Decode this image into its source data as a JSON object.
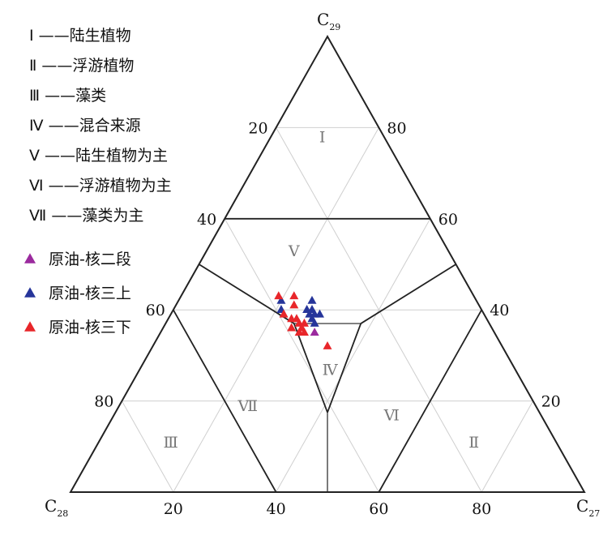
{
  "legend_regions": [
    {
      "roman": "Ⅰ",
      "dash": "——",
      "text": "陆生植物"
    },
    {
      "roman": "Ⅱ",
      "dash": "——",
      "text": "浮游植物"
    },
    {
      "roman": "Ⅲ",
      "dash": "——",
      "text": "藻类"
    },
    {
      "roman": "Ⅳ",
      "dash": "——",
      "text": "混合来源"
    },
    {
      "roman": "Ⅴ",
      "dash": "——",
      "text": "陆生植物为主"
    },
    {
      "roman": "Ⅵ",
      "dash": "——",
      "text": "浮游植物为主"
    },
    {
      "roman": "Ⅶ",
      "dash": "——",
      "text": "藻类为主"
    }
  ],
  "chart_data": {
    "type": "scatter",
    "subtype": "ternary",
    "vertices": {
      "top": {
        "base": "C",
        "sub": "29"
      },
      "left": {
        "base": "C",
        "sub": "28"
      },
      "right": {
        "base": "C",
        "sub": "27"
      }
    },
    "ticks": {
      "left_edge": [
        "20",
        "40",
        "60",
        "80"
      ],
      "right_edge": [
        "80",
        "60",
        "40",
        "20"
      ],
      "bottom_edge": [
        "20",
        "40",
        "60",
        "80"
      ]
    },
    "regions": [
      {
        "label": "Ⅰ",
        "a": 78,
        "b": 12,
        "c": 10
      },
      {
        "label": "Ⅴ",
        "a": 53,
        "b": 30,
        "c": 17
      },
      {
        "label": "Ⅳ",
        "a": 27,
        "b": 36,
        "c": 37
      },
      {
        "label": "Ⅶ",
        "a": 19,
        "b": 56,
        "c": 25
      },
      {
        "label": "Ⅵ",
        "a": 17,
        "b": 29,
        "c": 54
      },
      {
        "label": "Ⅲ",
        "a": 11,
        "b": 75,
        "c": 14
      },
      {
        "label": "Ⅱ",
        "a": 11,
        "b": 16,
        "c": 73
      }
    ],
    "grid": true,
    "legend_position": "left",
    "series": [
      {
        "name": "原油-核二段",
        "color": "#9b2a9e",
        "points": [
          {
            "a": 35,
            "b": 35,
            "c": 30
          }
        ]
      },
      {
        "name": "原油-核三上",
        "color": "#26359a",
        "points": [
          {
            "a": 42,
            "b": 38,
            "c": 20
          },
          {
            "a": 40,
            "b": 39,
            "c": 21
          },
          {
            "a": 42,
            "b": 32,
            "c": 26
          },
          {
            "a": 40,
            "b": 34,
            "c": 26
          },
          {
            "a": 39,
            "b": 34,
            "c": 27
          },
          {
            "a": 38,
            "b": 34,
            "c": 28
          },
          {
            "a": 40,
            "b": 33,
            "c": 27
          },
          {
            "a": 39,
            "b": 33,
            "c": 28
          },
          {
            "a": 37,
            "b": 34,
            "c": 29
          },
          {
            "a": 39,
            "b": 32,
            "c": 29
          }
        ]
      },
      {
        "name": "原油-核三下",
        "color": "#e8262a",
        "points": [
          {
            "a": 43,
            "b": 38,
            "c": 19
          },
          {
            "a": 43,
            "b": 35,
            "c": 22
          },
          {
            "a": 39,
            "b": 39,
            "c": 22
          },
          {
            "a": 41,
            "b": 36,
            "c": 23
          },
          {
            "a": 38,
            "b": 38,
            "c": 24
          },
          {
            "a": 38,
            "b": 37,
            "c": 25
          },
          {
            "a": 36,
            "b": 39,
            "c": 25
          },
          {
            "a": 36,
            "b": 37,
            "c": 27
          },
          {
            "a": 37,
            "b": 37,
            "c": 26
          },
          {
            "a": 35,
            "b": 38,
            "c": 27
          },
          {
            "a": 35,
            "b": 37,
            "c": 28
          },
          {
            "a": 37,
            "b": 36,
            "c": 27
          },
          {
            "a": 32,
            "b": 34,
            "c": 34
          }
        ]
      }
    ]
  }
}
